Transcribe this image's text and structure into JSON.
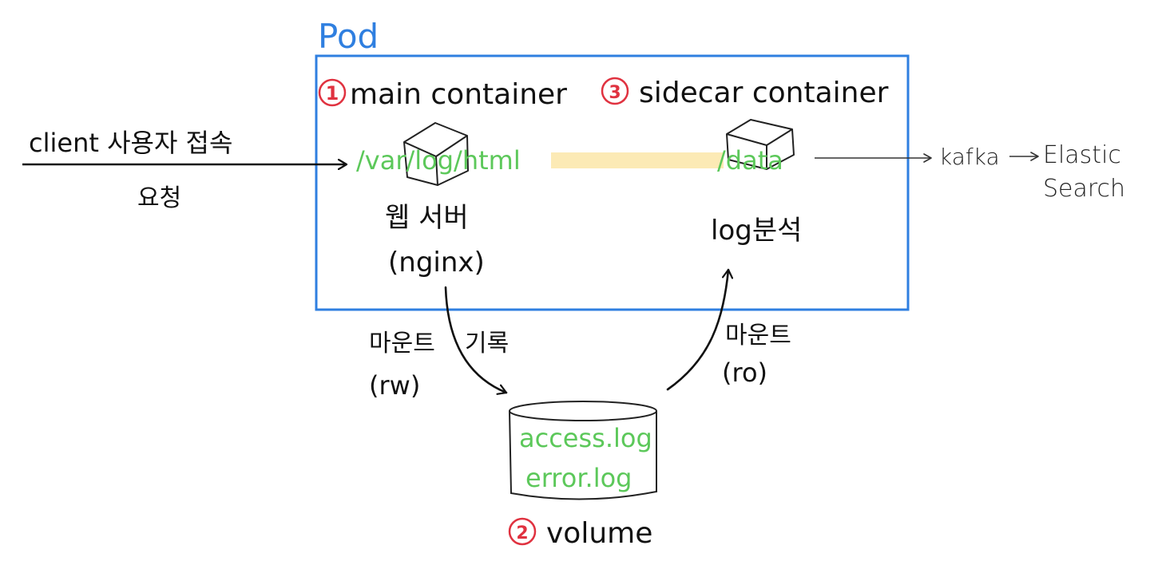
{
  "pod": {
    "label": "Pod"
  },
  "main_container": {
    "badge": "1",
    "label": "main container"
  },
  "sidecar_container": {
    "badge": "3",
    "label": "sidecar container"
  },
  "client": {
    "line1": "client 사용자 접속",
    "line2": "요청"
  },
  "web_server": {
    "path": "/var/log/html",
    "name": "웹 서버",
    "sub": "(nginx)"
  },
  "log_analyzer": {
    "path": "/data",
    "name": "log분석"
  },
  "downstream": {
    "kafka": "kafka",
    "elastic_line1": "Elastic",
    "elastic_line2": "Search"
  },
  "mount_rw": {
    "label": "마운트",
    "mode": "(rw)",
    "action": "기록"
  },
  "mount_ro": {
    "label": "마운트",
    "mode": "(ro)"
  },
  "volume": {
    "badge": "2",
    "label": "volume",
    "files": [
      "access.log",
      "error.log"
    ]
  },
  "colors": {
    "pod_border": "#2f7fe0",
    "path_text": "#5cc85a",
    "highlight": "#fbe6a8",
    "badge": "#e03240"
  }
}
